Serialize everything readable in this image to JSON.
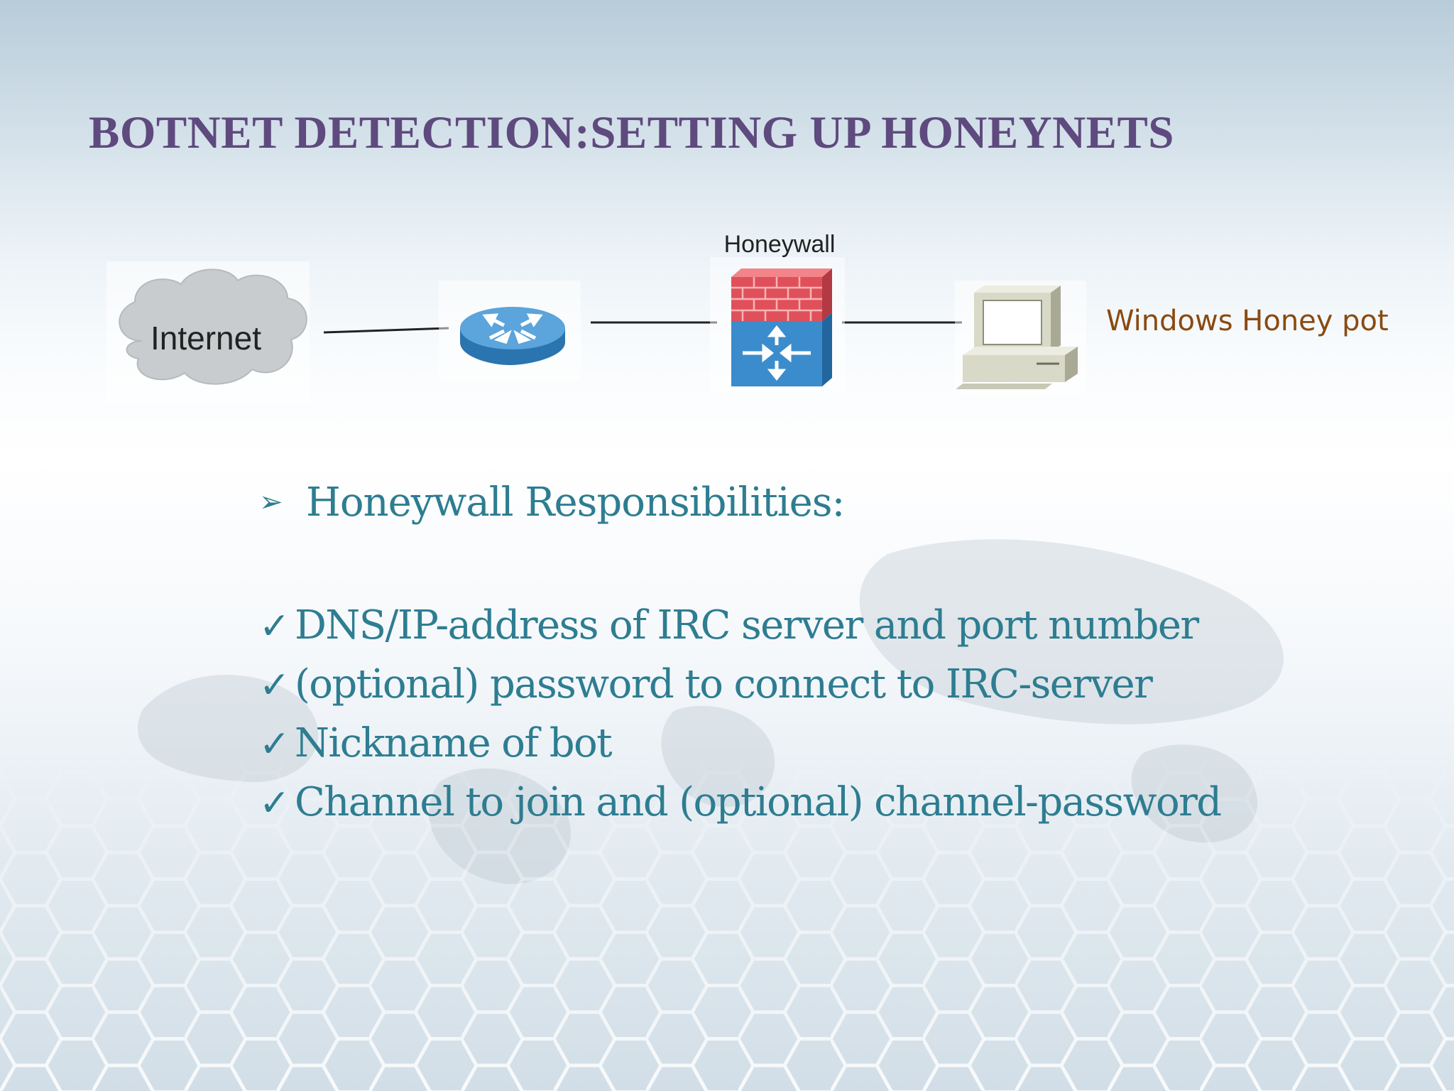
{
  "slide": {
    "title": "BOTNET DETECTION:SETTING UP HONEYNETS"
  },
  "diagram": {
    "nodes": {
      "internet": "Internet",
      "router": "router-icon",
      "honeywall": "Honeywall",
      "honeypot": "Windows Honey pot"
    },
    "colors": {
      "cloud": "#c8cccf",
      "router": "#3b8ccc",
      "firewall_brick": "#e0505a",
      "firewall_body": "#3b8ccc",
      "computer": "#d9d9c8",
      "honeypot_label": "#8a4a10"
    }
  },
  "content": {
    "heading_bullet": "➢",
    "heading": "Honeywall Responsibilities:",
    "check_glyph": "✓",
    "items": [
      "DNS/IP-address of IRC server and port number",
      "(optional) password to connect to IRC-server",
      "Nickname of bot",
      "Channel to join and (optional) channel-password"
    ]
  },
  "colors": {
    "title": "#5e4a7e",
    "body_text": "#2e7d91"
  }
}
